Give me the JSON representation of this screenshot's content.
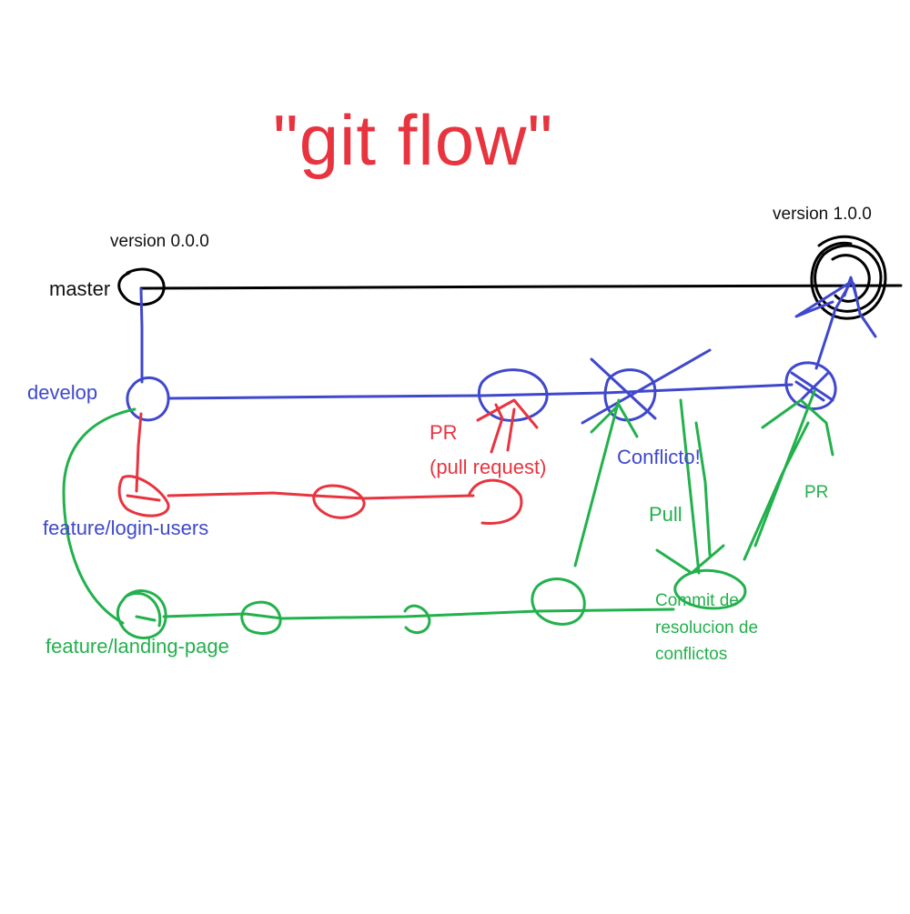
{
  "title": "\"git flow\"",
  "versions": {
    "start": "version 0.0.0",
    "release": "version 1.0.0"
  },
  "branches": {
    "master": "master",
    "develop": "develop",
    "feature_login": "feature/login-users",
    "feature_landing": "feature/landing-page"
  },
  "annotations": {
    "pr_line1": "PR",
    "pr_line2": "(pull request)",
    "conflict": "Conflicto!",
    "pull": "Pull",
    "commit_line1": "Commit de",
    "commit_line2": "resolucion de",
    "commit_line3": "conflictos",
    "pr_green": "PR"
  },
  "colors": {
    "master": "#000000",
    "develop": "#3f48cc",
    "feature_login": "#e8343f",
    "feature_landing": "#22b14c"
  }
}
